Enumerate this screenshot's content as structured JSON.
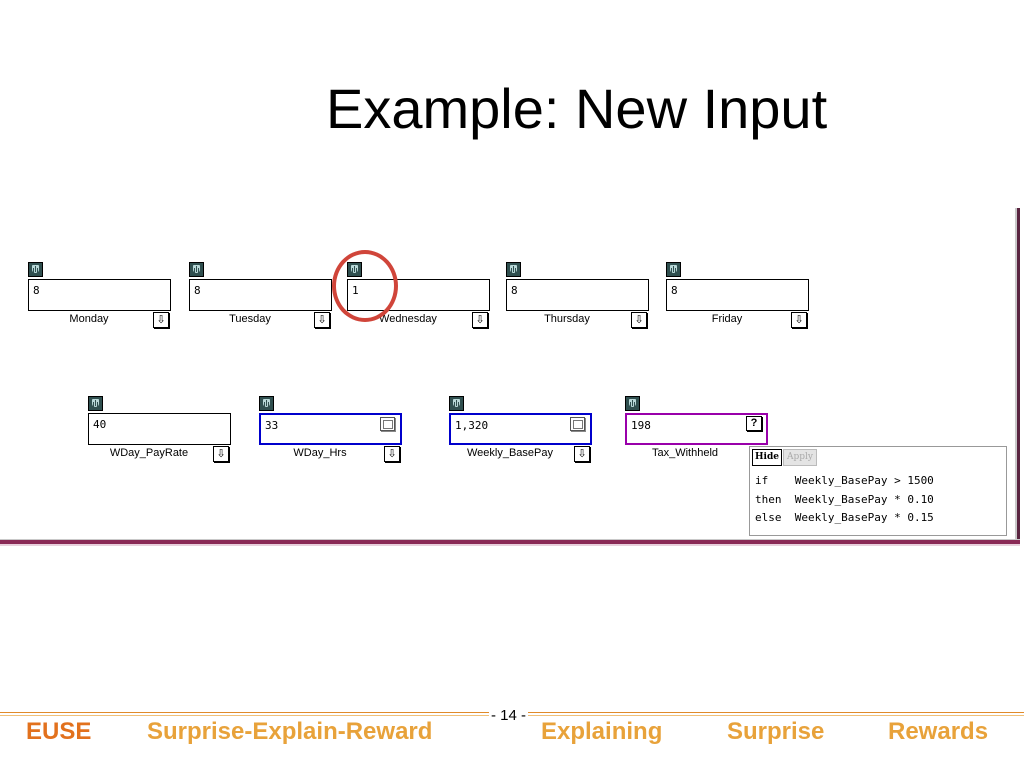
{
  "slide": {
    "title": "Example: New Input",
    "page_number": "- 14 -"
  },
  "row1": [
    {
      "value": "8",
      "label": "Monday"
    },
    {
      "value": "8",
      "label": "Tuesday"
    },
    {
      "value": "1",
      "label": "Wednesday"
    },
    {
      "value": "8",
      "label": "Thursday"
    },
    {
      "value": "8",
      "label": "Friday"
    }
  ],
  "row2": [
    {
      "value": "40",
      "label": "WDay_PayRate"
    },
    {
      "value": "33",
      "label": "WDay_Hrs"
    },
    {
      "value": "1,320",
      "label": "Weekly_BasePay"
    },
    {
      "value": "198",
      "label": "Tax_Withheld"
    }
  ],
  "formula": {
    "hide_label": "Hide",
    "apply_label": "Apply",
    "lines": [
      "if    Weekly_BasePay > 1500",
      "then  Weekly_BasePay * 0.10",
      "else  Weekly_BasePay * 0.15"
    ]
  },
  "icons": {
    "down_arrow": "⇩",
    "question": "?"
  },
  "footer": {
    "euse": "EUSE",
    "surprise_explain_reward": "Surprise-Explain-Reward",
    "explaining": "Explaining",
    "surprise": "Surprise",
    "rewards": "Rewards"
  },
  "colors": {
    "footer_euse": "#e2711d",
    "footer_links": "#e8a23a",
    "highlight_circle": "#d0453a",
    "border_blue": "#0000cc",
    "border_purple": "#9900aa"
  }
}
